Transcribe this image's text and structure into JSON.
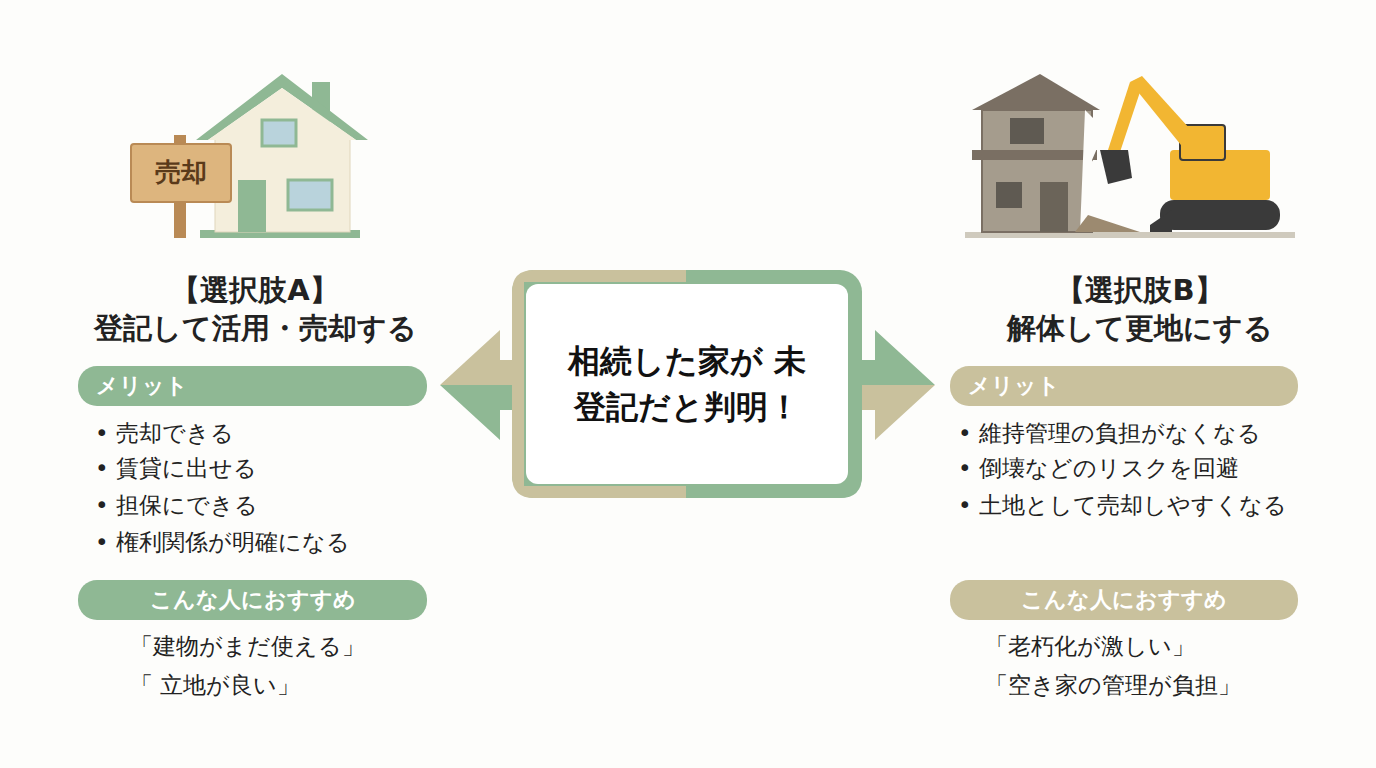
{
  "diagram": {
    "nodes": [
      {
        "text": [
          "売却"
        ]
      },
      {
        "text": [
          "相続した家が 未登記だと判明！"
        ]
      },
      {
        "text": [
          "メリット"
        ]
      },
      {
        "text": [
          "こんな人におすすめ"
        ]
      },
      {
        "text": [
          "メリット"
        ]
      },
      {
        "text": [
          "こんな人におすすめ"
        ]
      }
    ],
    "labels": [
      "【選択肢A】",
      "登記して活用・売却する",
      "• 売却できる",
      "• 賃貸に出せる",
      "• 担保にできる",
      "• 権利関係が明確になる",
      "「建物がまだ使える」",
      "「 立地が良い」",
      "【選択肢B】",
      "解体して更地にする",
      "• 維持管理の負担がなくなる",
      "• 倒壊などのリスクを回避",
      "• 土地として売却しやすくなる",
      "「老朽化が激しい」",
      "「空き家の管理が負担」"
    ]
  }
}
